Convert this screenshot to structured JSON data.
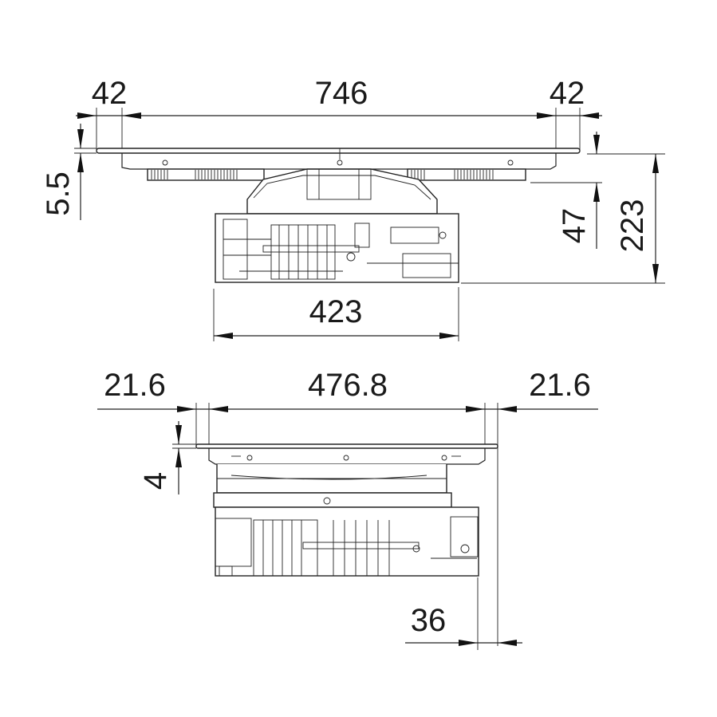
{
  "top_view": {
    "dim_left": "42",
    "dim_center": "746",
    "dim_right": "42",
    "dim_glass": "5.5",
    "dim_frame": "47",
    "dim_total_height": "223",
    "dim_base_width": "423"
  },
  "side_view": {
    "dim_left": "21.6",
    "dim_center": "476.8",
    "dim_right": "21.6",
    "dim_glass": "4",
    "dim_offset": "36"
  }
}
